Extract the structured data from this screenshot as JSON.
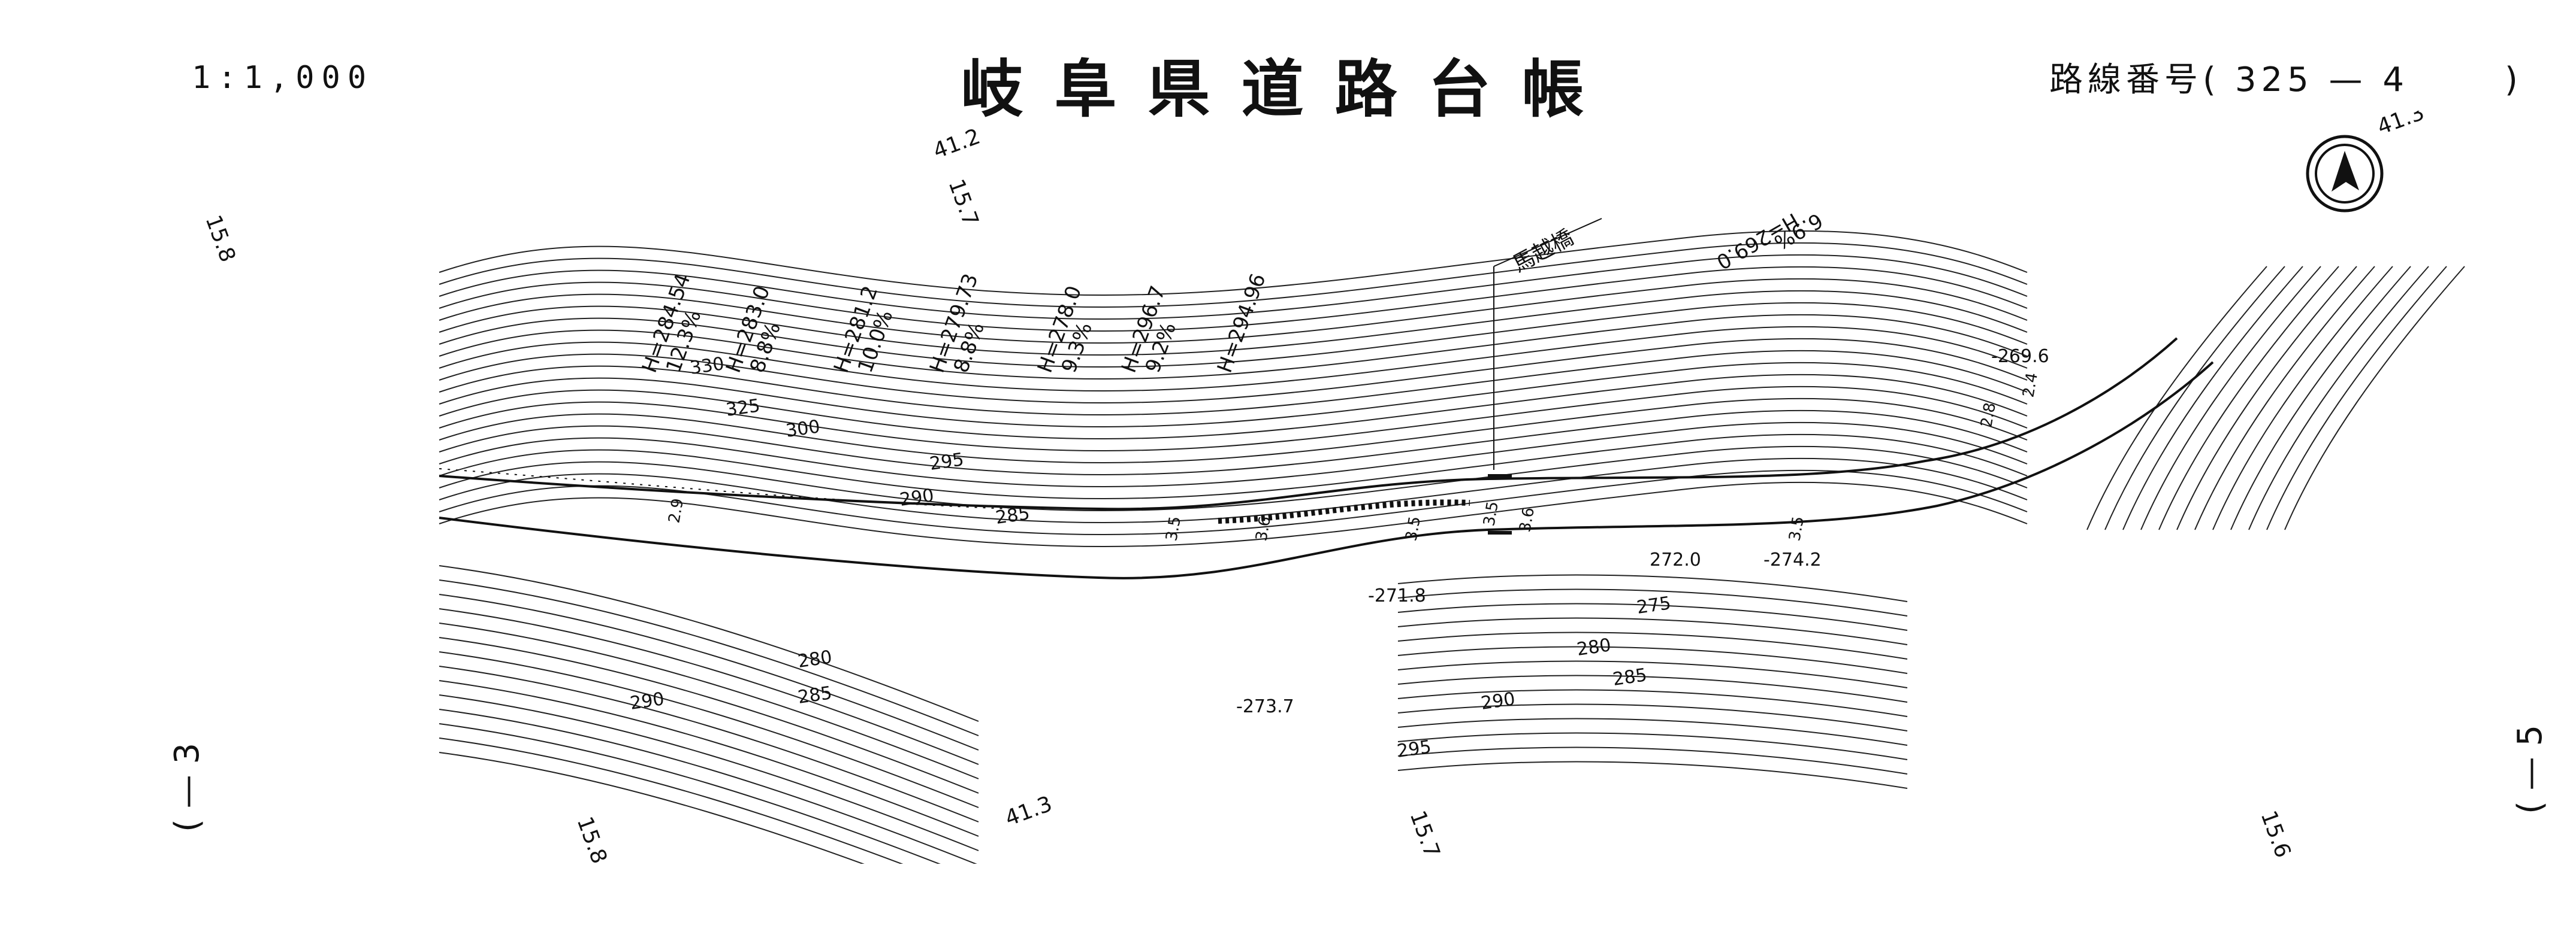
{
  "header": {
    "scale": "1:1,000",
    "title": "岐阜県道路台帳",
    "route_label": "路線番号(",
    "route_number": "325 — 4",
    "route_close": ")"
  },
  "side_refs": {
    "left": "( — 3",
    "right": "( — 5"
  },
  "bridge_name": "馬越橋",
  "sheet_refs": [
    "15.8",
    "41.2",
    "15.7",
    "41.3",
    "15.8",
    "41.3",
    "15.7",
    "15.6"
  ],
  "slope_labels": [
    {
      "h": "H=284.54",
      "g": "12.3%"
    },
    {
      "h": "H=283.0",
      "g": "8.8%"
    },
    {
      "h": "H=281.2",
      "g": "10.0%"
    },
    {
      "h": "H=279.73",
      "g": "8.8%"
    },
    {
      "h": "H=278.0",
      "g": "9.3%"
    },
    {
      "h": "H=296.7",
      "g": "9.2%"
    },
    {
      "h": "H=294.96",
      "g": ""
    },
    {
      "h": "H=269.0",
      "g": "6.9%"
    }
  ],
  "contour_labels": [
    "330",
    "325",
    "300",
    "295",
    "290",
    "285",
    "280",
    "285",
    "290",
    "275",
    "280",
    "285",
    "290",
    "295"
  ],
  "spot_heights": [
    "-271.8",
    "-273.7",
    "272.0",
    "-274.2",
    "-269.6"
  ],
  "road_widths": [
    "2.9",
    "3.5",
    "3.6",
    "3.5",
    "3.5",
    "3.6",
    "3.5",
    "2.8",
    "2.4"
  ],
  "icons": {
    "north_arrow": "north-arrow-icon"
  }
}
